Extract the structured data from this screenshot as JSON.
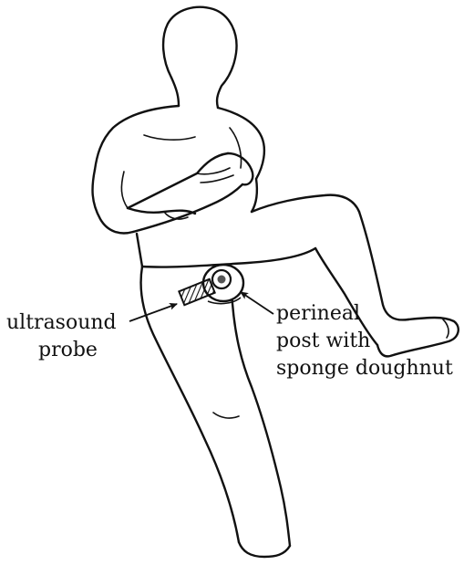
{
  "labels": {
    "probe_line1": "ultrasound",
    "probe_line2": "probe",
    "post_line1": "perineal",
    "post_line2": "post with",
    "post_line3": "sponge doughnut"
  },
  "colors": {
    "line": "#111111",
    "background": "#ffffff"
  }
}
